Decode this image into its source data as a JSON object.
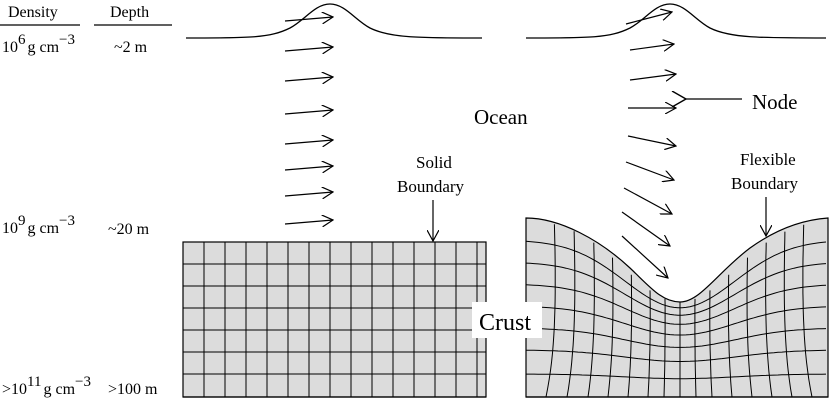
{
  "column_headers": {
    "density": "Density",
    "depth": "Depth"
  },
  "rows": [
    {
      "density_base": "10",
      "density_exp": "6",
      "density_unit": "g cm",
      "density_unit_exp": "−3",
      "density_prefix": "",
      "depth": "~2 m"
    },
    {
      "density_base": "10",
      "density_exp": "9",
      "density_unit": "g cm",
      "density_unit_exp": "−3",
      "density_prefix": "",
      "depth": "~20 m"
    },
    {
      "density_base": "10",
      "density_exp": "11",
      "density_unit": "g cm",
      "density_unit_exp": "−3",
      "density_prefix": ">",
      "depth": ">100 m"
    }
  ],
  "labels": {
    "ocean": "Ocean",
    "crust": "Crust",
    "node": "Node",
    "solid_boundary_line1": "Solid",
    "solid_boundary_line2": "Boundary",
    "flexible_boundary_line1": "Flexible",
    "flexible_boundary_line2": "Boundary"
  },
  "colors": {
    "crust_fill": "#dcdcdc",
    "line": "#000000",
    "background": "#ffffff"
  }
}
